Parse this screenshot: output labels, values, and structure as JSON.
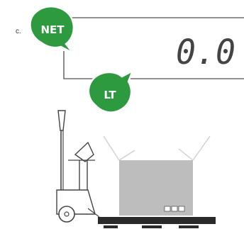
{
  "step": {
    "label": "c."
  },
  "display": {
    "value": "0.0"
  },
  "indicators": {
    "net": {
      "label": "NET",
      "color": "#2e9a3f",
      "outline": "#ffffff",
      "shadow": "#b9b9b9"
    },
    "lt": {
      "label": "LT",
      "color": "#2e9a3f",
      "outline": "#ffffff",
      "shadow": "#b9b9b9"
    }
  },
  "illustration": {
    "subject": "pallet-truck-scale-with-open-box",
    "colors": {
      "frame": "#444444",
      "box": "#bdbdbd",
      "box_flaps": "#d0d0d0",
      "platform": "#2a2a2a"
    }
  }
}
